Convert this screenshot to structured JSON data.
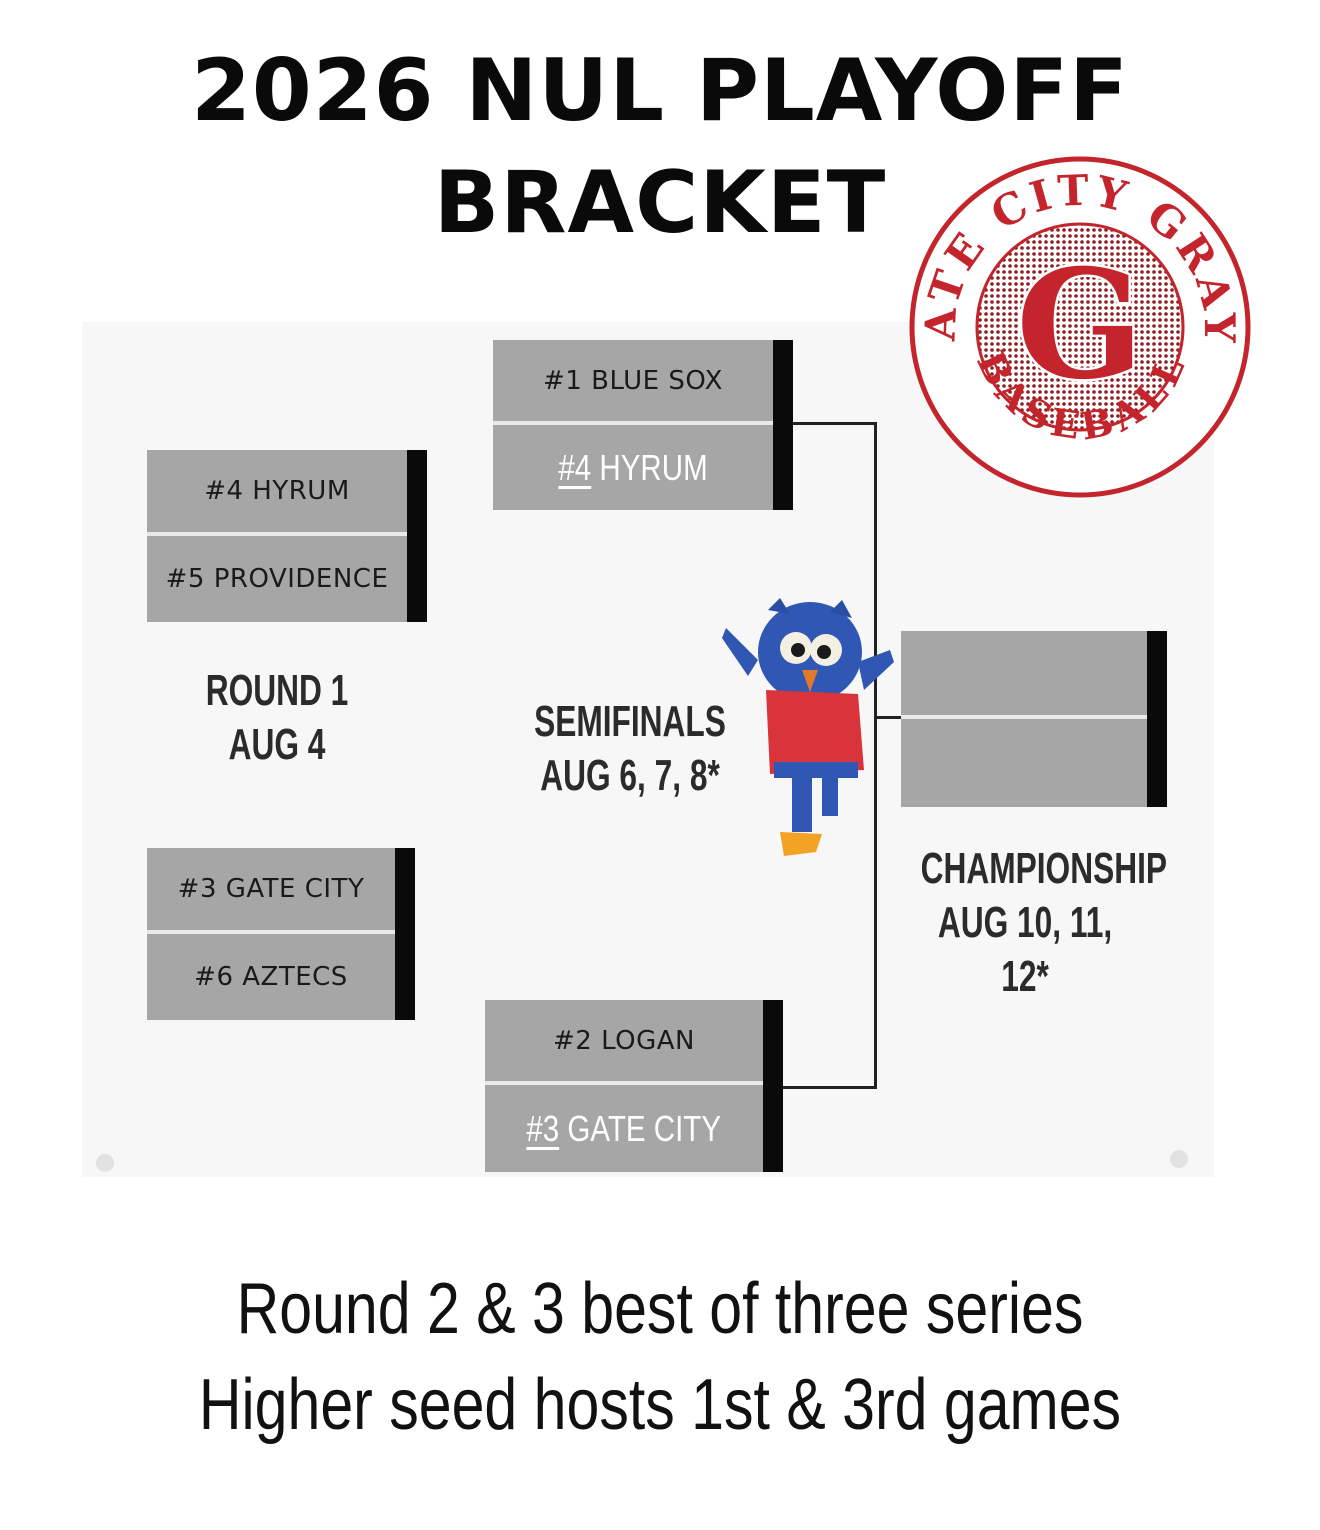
{
  "title": {
    "line1": "2026 NUL PLAYOFF",
    "line2": "BRACKET"
  },
  "round1": {
    "label": "ROUND 1",
    "date": "AUG 4",
    "matchups": [
      {
        "team1": "#4 HYRUM",
        "team2": "#5 PROVIDENCE"
      },
      {
        "team1": "#3 GATE CITY",
        "team2": "#6 AZTECS"
      }
    ]
  },
  "semifinals": {
    "label": "SEMIFINALS",
    "date": "AUG 6, 7, 8*",
    "matchups": [
      {
        "team1": "#1 BLUE SOX",
        "team2_seed": "#4",
        "team2_name": " HYRUM"
      },
      {
        "team1": "#2 LOGAN",
        "team2_seed": "#3",
        "team2_name": " GATE CITY"
      }
    ]
  },
  "championship": {
    "label": "CHAMPIONSHIP",
    "date": "AUG 10, 11, 12*",
    "team1": "",
    "team2": ""
  },
  "logo": {
    "arc_top": "GATE CITY GRAYS",
    "arc_bottom": "BASEBALL",
    "letter": "G"
  },
  "footer": {
    "line1": "Round 2 & 3 best of three series",
    "line2": "Higher seed hosts 1st & 3rd games"
  },
  "colors": {
    "slot": "#a6a6a6",
    "bar": "#0a0a0a",
    "logo_red": "#c4242b",
    "mascot_blue": "#2f57b3",
    "mascot_jersey": "#d9333b"
  },
  "icons": [
    "gate-city-grays-logo",
    "owl-mascot-image"
  ]
}
